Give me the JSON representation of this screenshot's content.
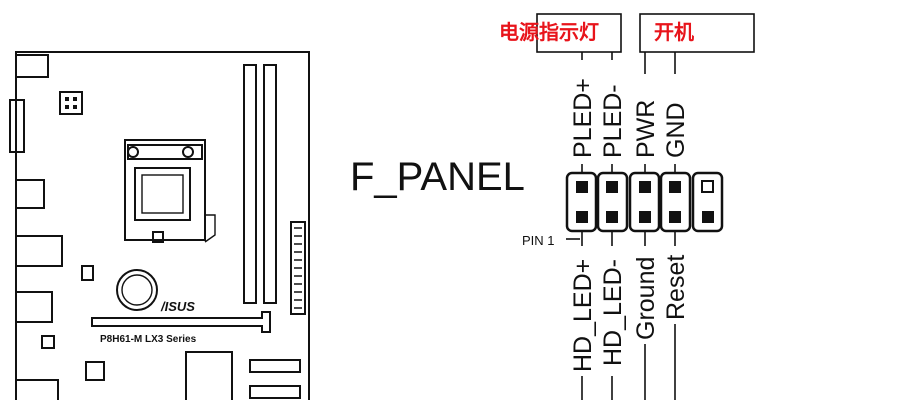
{
  "board": {
    "brand": "/ISUS",
    "model": "P8H61-M LX3 Series"
  },
  "header_title": "F_PANEL",
  "pin1_label": "PIN 1",
  "top_signals": [
    "PLED+",
    "PLED-",
    "PWR",
    "GND"
  ],
  "bottom_signals": [
    "HD_LED+",
    "HD_LED-",
    "Ground",
    "Reset"
  ],
  "annotations": {
    "power_led": "电源指示灯",
    "power_switch": "开机",
    "color": "#e8141b"
  }
}
